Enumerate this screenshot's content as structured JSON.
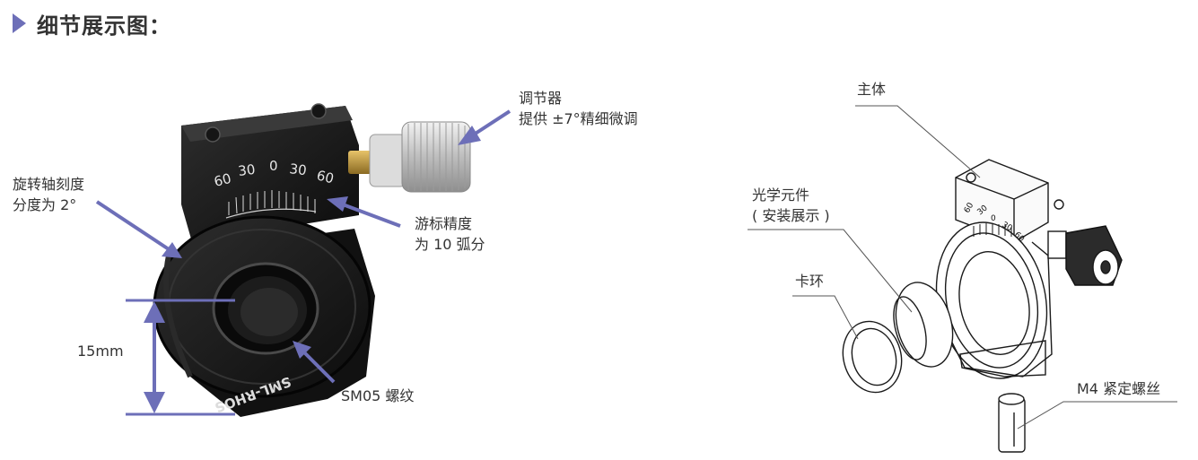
{
  "header": {
    "title": "细节展示图：",
    "accent": "#6d6fb8"
  },
  "left_photo": {
    "adjuster_title": "调节器",
    "adjuster_desc": "提供 ±7°精细微调",
    "rotation_title": "旋转轴刻度",
    "rotation_desc": "分度为 2°",
    "vernier_title": "游标精度",
    "vernier_desc": "为 10 弧分",
    "height_dim": "15mm",
    "thread": "SM05 螺纹",
    "scale_ticks": [
      "60",
      "30",
      "0",
      "30",
      "60"
    ],
    "engraving": "SML-RHOS"
  },
  "right_diagram": {
    "main_body": "主体",
    "optic_title": "光学元件",
    "optic_desc": "( 安装展示 )",
    "retaining_ring": "卡环",
    "setscrew": "M4 紧定螺丝",
    "scale_ticks": [
      "60",
      "30",
      "0",
      "30",
      "60"
    ]
  },
  "colors": {
    "arrow": "#6d6fb8",
    "leader": "#555555"
  }
}
